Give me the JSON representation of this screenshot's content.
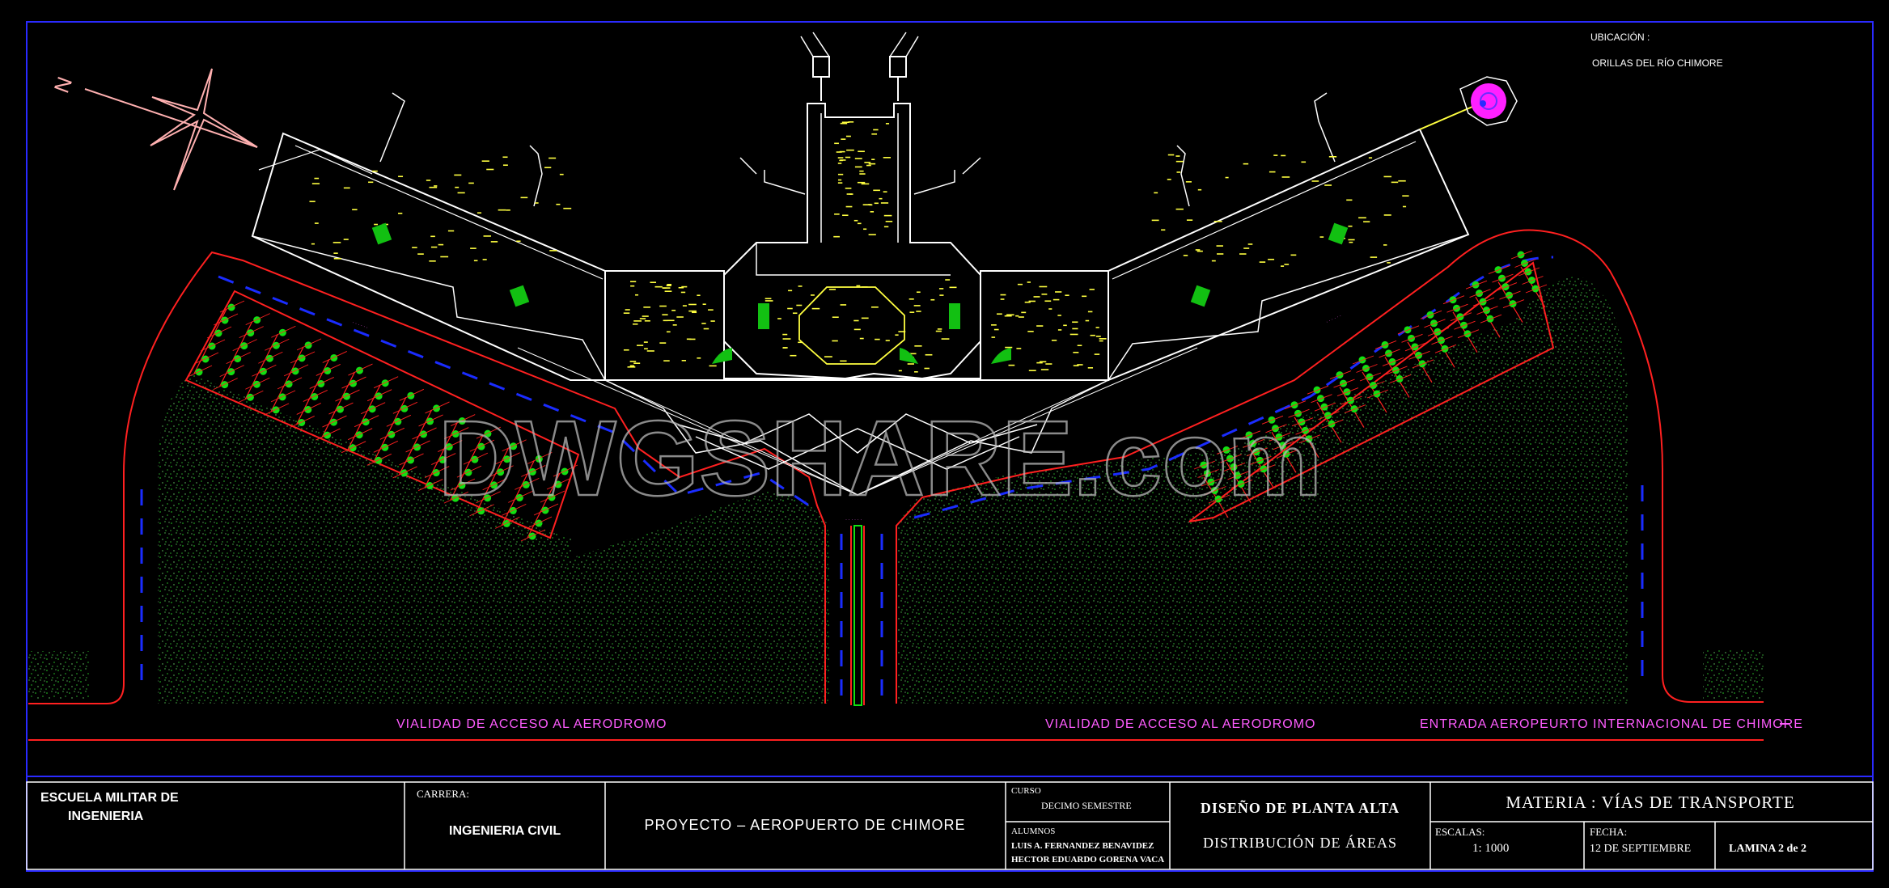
{
  "location": {
    "label": "UBICACIÓN :",
    "value": "ORILLAS DEL RÍO CHIMORE"
  },
  "north_label": "N",
  "watermark": "DWGSHARE.com",
  "roads": {
    "access_left": "VIALIDAD DE ACCESO AL AERODROMO",
    "access_right": "VIALIDAD DE ACCESO AL AERODROMO",
    "entrance": "ENTRADA AEROPEURTO INTERNACIONAL DE CHIMORE"
  },
  "title_block": {
    "school": "ESCUELA MILITAR DE",
    "school_2": "INGENIERIA",
    "career_label": "CARRERA:",
    "career": "INGENIERIA CIVIL",
    "project": "PROYECTO  –  AEROPUERTO DE CHIMORE",
    "course_label": "CURSO",
    "course": "DECIMO SEMESTRE",
    "students_label": "ALUMNOS",
    "student_1": "LUIS A. FERNANDEZ BENAVIDEZ",
    "student_2": "HECTOR EDUARDO GORENA VACA",
    "design_1": "DISEÑO DE PLANTA ALTA",
    "design_2": "DISTRIBUCIÓN DE ÁREAS",
    "subject": "MATERIA  :  VÍAS DE TRANSPORTE",
    "scale_label": "ESCALAS:",
    "scale": "1: 1000",
    "date_label": "FECHA:",
    "date": "12 DE SEPTIEMBRE",
    "sheet": "LAMINA  2   de   2"
  },
  "colors": {
    "frame": "#2a2aff",
    "outline": "#ffffff",
    "road_edge": "#ff2020",
    "lane_dash": "#1a2cff",
    "label_magenta": "#ff5cff",
    "fixture_yellow": "#ffff40",
    "tree_green": "#12e012",
    "fountain_magenta": "#ff20ff"
  }
}
